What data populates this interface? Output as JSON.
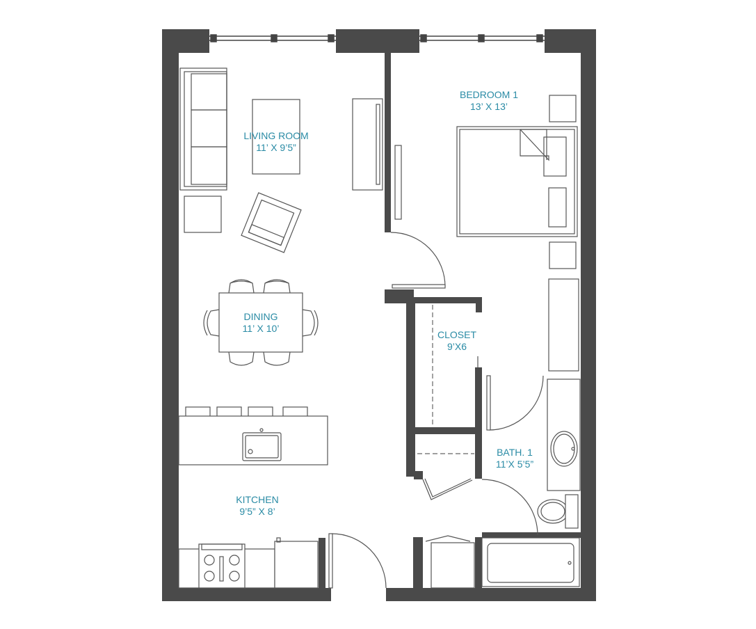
{
  "colors": {
    "wall": "#4a4a4a",
    "label": "#2a8ba5",
    "line": "#555555",
    "background": "#ffffff"
  },
  "rooms": {
    "living": {
      "name": "LIVING ROOM",
      "size": "11’ X 9’5”"
    },
    "bedroom": {
      "name": "BEDROOM 1",
      "size": "13’ X 13’"
    },
    "dining": {
      "name": "DINING",
      "size": "11’ X 10’"
    },
    "closet": {
      "name": "CLOSET",
      "size": "9’X6"
    },
    "bath": {
      "name": "BATH. 1",
      "size": "11’X 5’5”"
    },
    "kitchen": {
      "name": "KITCHEN",
      "size": "9’5” X 8’"
    }
  }
}
